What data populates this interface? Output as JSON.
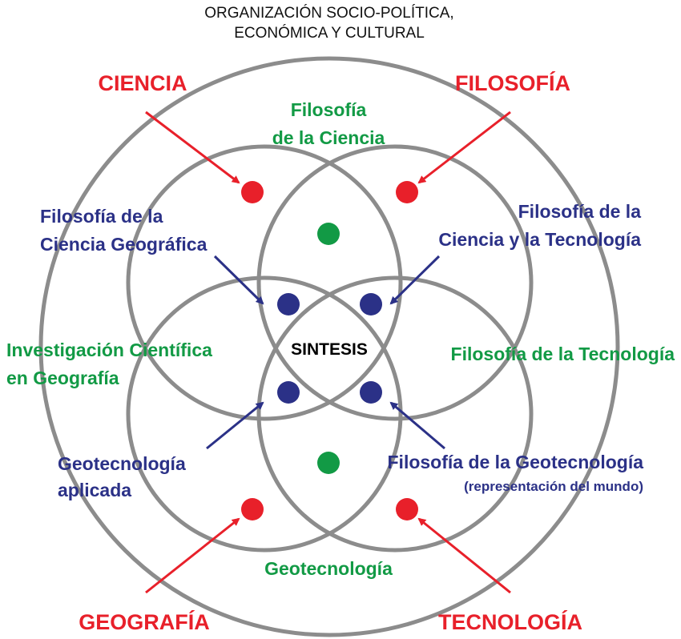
{
  "title": {
    "line1": "ORGANIZACIÓN SOCIO-POLÍTICA,",
    "line2": "ECONÓMICA Y CULTURAL"
  },
  "disciplines": {
    "ciencia": "CIENCIA",
    "filosofia": "FILOSOFÍA",
    "geografia": "GEOGRAFÍA",
    "tecnologia": "TECNOLOGÍA"
  },
  "pair_labels": {
    "filosofia_ciencia": [
      "Filosofía",
      "de la Ciencia"
    ],
    "investigacion": [
      "Investigación Científica",
      "en Geografía"
    ],
    "filosofia_tecnologia": "Filosofía de la Tecnología",
    "geotecnologia": "Geotecnología"
  },
  "triple_labels": {
    "fil_ciencia_geografica": [
      "Filosofía de la",
      "Ciencia Geográfica"
    ],
    "fil_ciencia_tecnologia": [
      "Filosofía de la",
      "Ciencia y la Tecnología"
    ],
    "geotecnologia_aplicada": [
      "Geotecnología",
      "aplicada"
    ],
    "fil_geotecnologia": "Filosofía de la Geotecnología",
    "fil_geotecnologia_sub": "(representación del mundo)"
  },
  "center": "SINTESIS",
  "colors": {
    "discipline": "#e8202a",
    "pair": "#129a45",
    "triple": "#2b3187",
    "ring": "#8c8c8c"
  }
}
